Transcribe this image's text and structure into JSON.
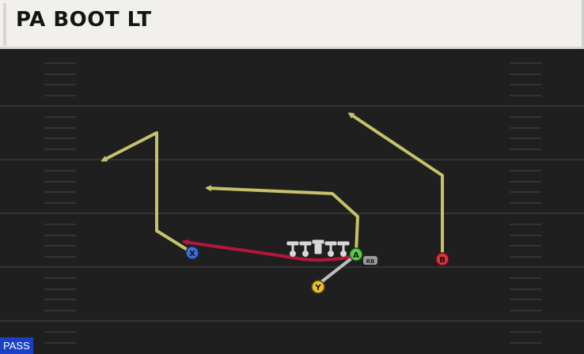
{
  "play": {
    "name": "PA BOOT LT",
    "type_badge": "PASS"
  },
  "players": [
    {
      "label": "X",
      "color": "#3b6fd6"
    },
    {
      "label": "A",
      "color": "#5fc84a"
    },
    {
      "label": "B",
      "color": "#d8343f"
    },
    {
      "label": "Y",
      "color": "#e8c02e"
    }
  ],
  "rb_tag": "RB",
  "colors": {
    "route": "#c5c26a",
    "primary_route": "#b3173a",
    "block": "#bdbdbd",
    "field": "#1f1f1f",
    "yard_line": "#3a3a3a"
  }
}
